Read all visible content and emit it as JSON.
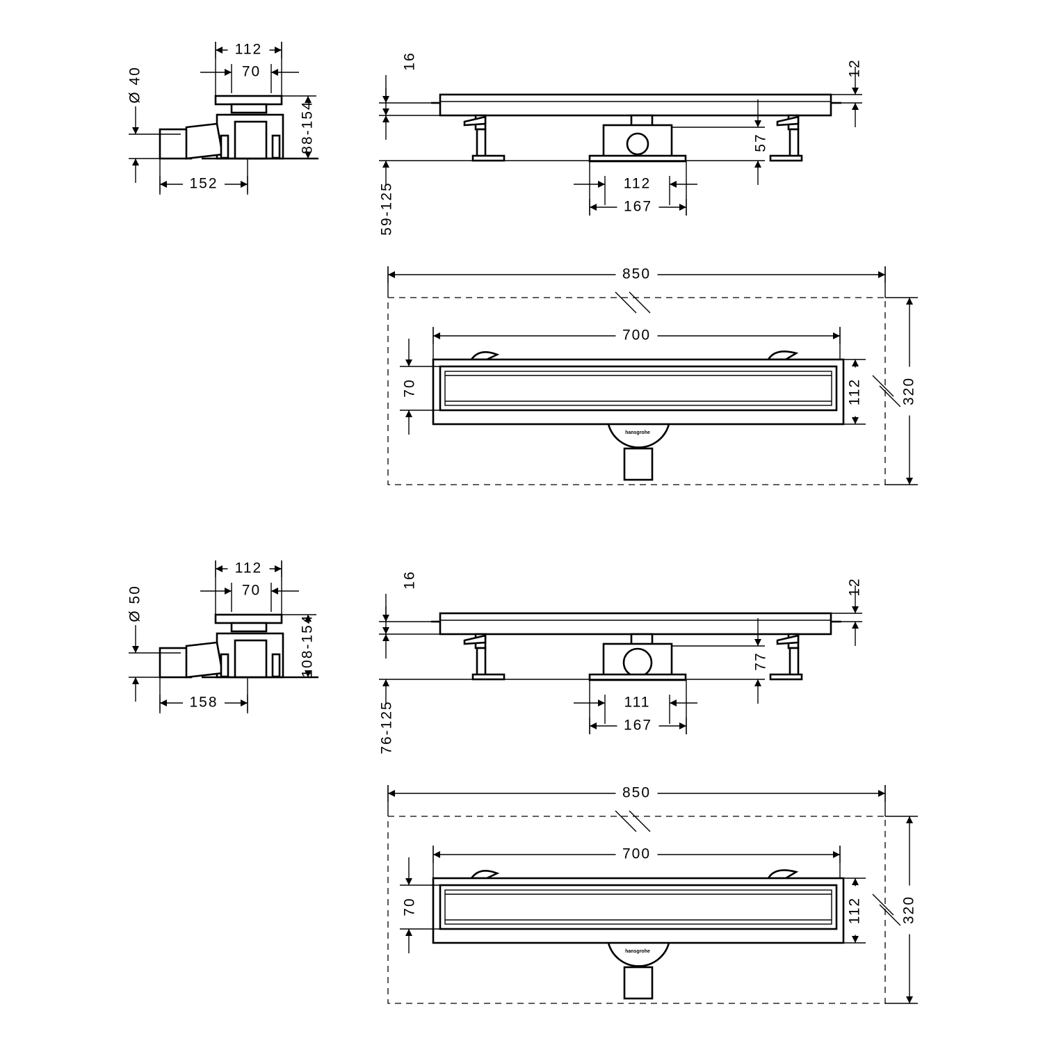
{
  "sets": [
    {
      "side": {
        "diameter": "Ø 40",
        "width_outer": "112",
        "width_inner": "70",
        "height_range": "88-154",
        "outlet_length": "152"
      },
      "front": {
        "top_height": "16",
        "grate_height": "12",
        "body_depth": "57",
        "box_inner": "112",
        "box_outer": "167",
        "install_height": "59-125"
      },
      "top": {
        "total_length": "850",
        "channel_length": "700",
        "grate_width": "70",
        "channel_width": "112",
        "total_width": "320",
        "logo": "hansgrohe"
      }
    },
    {
      "side": {
        "diameter": "Ø 50",
        "width_outer": "112",
        "width_inner": "70",
        "height_range": "108-154",
        "outlet_length": "158"
      },
      "front": {
        "top_height": "16",
        "grate_height": "12",
        "body_depth": "77",
        "box_inner": "111",
        "box_outer": "167",
        "install_height": "76-125"
      },
      "top": {
        "total_length": "850",
        "channel_length": "700",
        "grate_width": "70",
        "channel_width": "112",
        "total_width": "320",
        "logo": "hansgrohe"
      }
    }
  ]
}
